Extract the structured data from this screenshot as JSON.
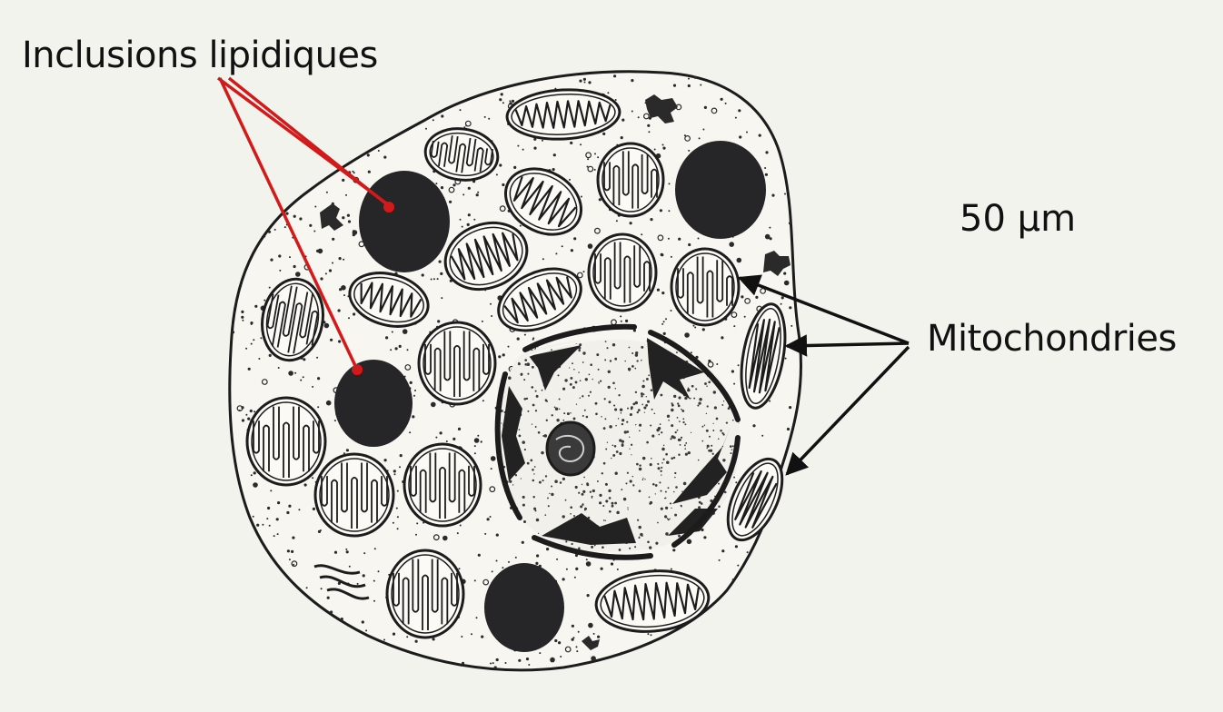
{
  "labels": {
    "lipid_inclusions": "Inclusions lipidiques",
    "scale": "50 µm",
    "mitochondria": "Mitochondries"
  },
  "colors": {
    "background": "#f3f3ee",
    "ink": "#1c1c1c",
    "lipid_fill": "#262528",
    "lipid_pointer": "#d11a1a",
    "mito_pointer": "#111111"
  }
}
